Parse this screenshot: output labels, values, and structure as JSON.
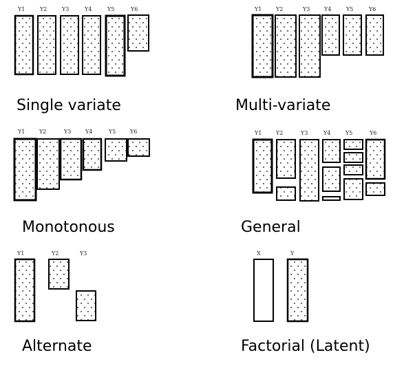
{
  "panels": [
    {
      "caption": "Single variate",
      "columns": [
        {
          "label": "Y1"
        },
        {
          "label": "Y2"
        },
        {
          "label": "Y3"
        },
        {
          "label": "Y4"
        },
        {
          "label": "Y5"
        },
        {
          "label": "Y6"
        }
      ],
      "blocks": [
        {
          "col": 0,
          "dotted": true
        },
        {
          "col": 1,
          "dotted": true
        },
        {
          "col": 2,
          "dotted": true
        },
        {
          "col": 3,
          "dotted": true
        },
        {
          "col": 4,
          "dotted": true
        },
        {
          "col": 5,
          "dotted": true
        }
      ]
    },
    {
      "caption": "Multi-variate",
      "columns": [
        {
          "label": "Y1"
        },
        {
          "label": "Y2"
        },
        {
          "label": "Y3"
        },
        {
          "label": "Y4"
        },
        {
          "label": "Y5"
        },
        {
          "label": "Y6"
        }
      ],
      "blocks": [
        {
          "col": 0,
          "dotted": true
        },
        {
          "col": 1,
          "dotted": true
        },
        {
          "col": 2,
          "dotted": true
        },
        {
          "col": 3,
          "dotted": true
        },
        {
          "col": 4,
          "dotted": true
        },
        {
          "col": 5,
          "dotted": true
        }
      ]
    },
    {
      "caption": "Monotonous",
      "columns": [
        {
          "label": "Y1"
        },
        {
          "label": "Y2"
        },
        {
          "label": "Y3"
        },
        {
          "label": "Y4"
        },
        {
          "label": "Y5"
        },
        {
          "label": "Y6"
        }
      ],
      "blocks": [
        {
          "col": 0,
          "dotted": true
        },
        {
          "col": 1,
          "dotted": true
        },
        {
          "col": 2,
          "dotted": true
        },
        {
          "col": 3,
          "dotted": true
        },
        {
          "col": 4,
          "dotted": true
        },
        {
          "col": 5,
          "dotted": true
        }
      ]
    },
    {
      "caption": "General",
      "columns": [
        {
          "label": "Y1"
        },
        {
          "label": "Y2"
        },
        {
          "label": "Y3"
        },
        {
          "label": "Y4"
        },
        {
          "label": "Y5"
        },
        {
          "label": "Y6"
        }
      ],
      "blocks": [
        {
          "col": 0,
          "dotted": true
        },
        {
          "col": 1,
          "dotted": true
        },
        {
          "col": 1,
          "dotted": true
        },
        {
          "col": 2,
          "dotted": true
        },
        {
          "col": 3,
          "dotted": true
        },
        {
          "col": 3,
          "dotted": true
        },
        {
          "col": 3,
          "dotted": true
        },
        {
          "col": 4,
          "dotted": true
        },
        {
          "col": 4,
          "dotted": true
        },
        {
          "col": 4,
          "dotted": true
        },
        {
          "col": 4,
          "dotted": true
        },
        {
          "col": 5,
          "dotted": true
        },
        {
          "col": 5,
          "dotted": true
        }
      ]
    },
    {
      "caption": "Alternate",
      "columns": [
        {
          "label": "Y1"
        },
        {
          "label": "Y2"
        },
        {
          "label": "Y3"
        }
      ],
      "blocks": [
        {
          "col": 0,
          "dotted": true
        },
        {
          "col": 1,
          "dotted": true
        },
        {
          "col": 2,
          "dotted": true
        }
      ]
    },
    {
      "caption": "Factorial (Latent)",
      "columns": [
        {
          "label": "X"
        },
        {
          "label": "Y"
        }
      ],
      "blocks": [
        {
          "col": 0,
          "dotted": false
        },
        {
          "col": 1,
          "dotted": true
        }
      ]
    }
  ]
}
